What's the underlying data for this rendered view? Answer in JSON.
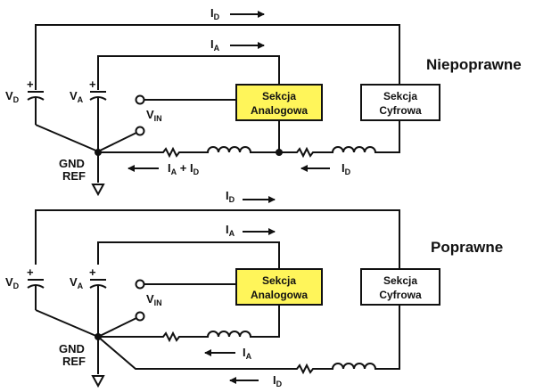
{
  "colors": {
    "analog_box": "#FFF55A",
    "digital_box": "#FFFFFF",
    "wire": "#111111"
  },
  "diagrams": [
    {
      "title": "Niepoprawne",
      "analog_box": [
        "Sekcja",
        "Analogowa"
      ],
      "digital_box": [
        "Sekcja",
        "Cyfrowa"
      ],
      "labels": {
        "vd": "V",
        "vd_sub": "D",
        "va": "V",
        "va_sub": "A",
        "vin": "V",
        "vin_sub": "IN",
        "gnd1": "GND",
        "gnd2": "REF",
        "plus": "+",
        "top_id": "I",
        "top_id_sub": "D",
        "top_ia": "I",
        "top_ia_sub": "A",
        "ret1": "I",
        "ret1_sub": "A",
        "ret1_mid": " + I",
        "ret1_sub2": "D",
        "ret2": "I",
        "ret2_sub": "D"
      }
    },
    {
      "title": "Poprawne",
      "analog_box": [
        "Sekcja",
        "Analogowa"
      ],
      "digital_box": [
        "Sekcja",
        "Cyfrowa"
      ],
      "labels": {
        "vd": "V",
        "vd_sub": "D",
        "va": "V",
        "va_sub": "A",
        "vin": "V",
        "vin_sub": "IN",
        "gnd1": "GND",
        "gnd2": "REF",
        "plus": "+",
        "top_id": "I",
        "top_id_sub": "D",
        "top_ia": "I",
        "top_ia_sub": "A",
        "ret1": "I",
        "ret1_sub": "A",
        "ret2": "I",
        "ret2_sub": "D"
      }
    }
  ]
}
